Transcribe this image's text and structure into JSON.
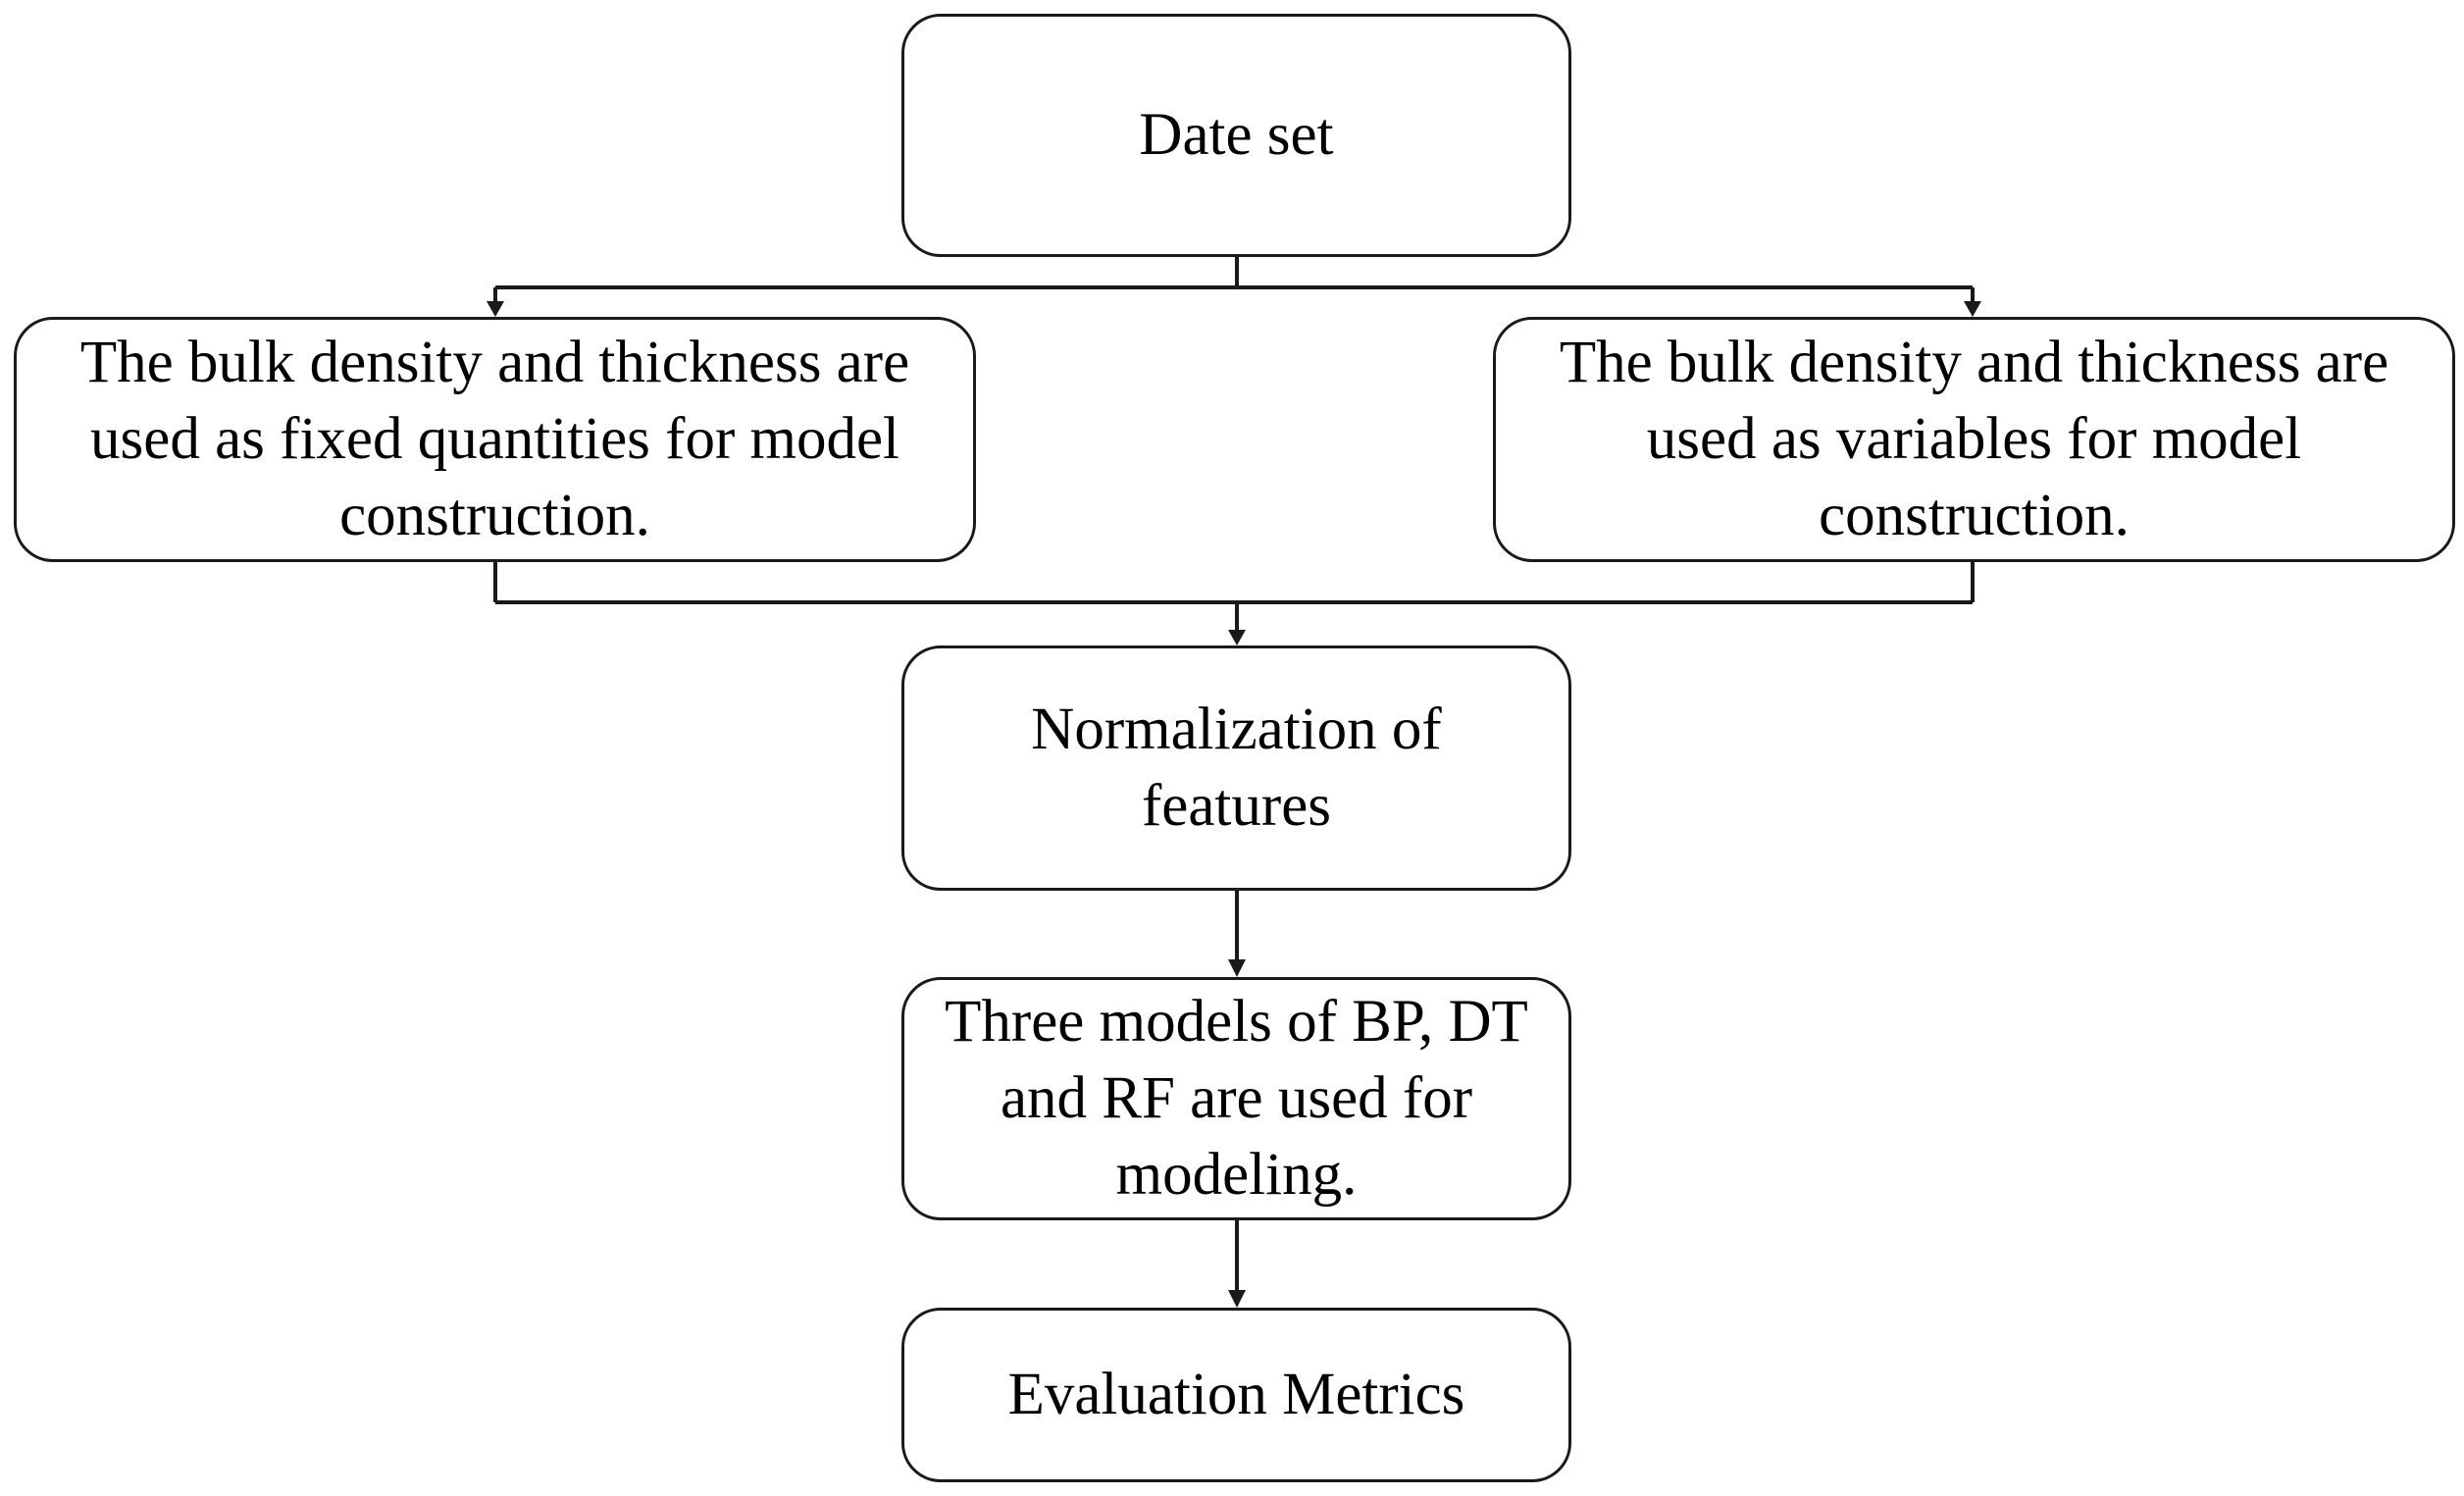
{
  "diagram": {
    "nodes": {
      "dataset": "Date set",
      "fixed": "The bulk density and thickness are used as fixed quantities for model construction.",
      "variable": "The bulk density and thickness are used as variables for model construction.",
      "normalization": "Normalization of features",
      "models": "Three models of BP, DT and RF are used for modeling.",
      "metrics": "Evaluation Metrics"
    },
    "edges": [
      {
        "from": "dataset",
        "to": "fixed"
      },
      {
        "from": "dataset",
        "to": "variable"
      },
      {
        "from": "fixed",
        "to": "normalization"
      },
      {
        "from": "variable",
        "to": "normalization"
      },
      {
        "from": "normalization",
        "to": "models"
      },
      {
        "from": "models",
        "to": "metrics"
      }
    ],
    "colors": {
      "stroke": "#1a1a1a",
      "background": "#ffffff",
      "text": "#000000"
    }
  }
}
